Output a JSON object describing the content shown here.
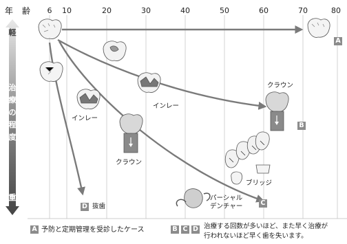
{
  "axis": {
    "year_label": "年",
    "age_label": "齢",
    "ticks": [
      "6",
      "10",
      "20",
      "30",
      "40",
      "50",
      "60",
      "70",
      "80"
    ]
  },
  "vertical_axis": {
    "top": "軽",
    "chars": [
      "治",
      "療",
      "の",
      "程",
      "度"
    ],
    "bottom": "重"
  },
  "labels": {
    "inlay_1": "インレー",
    "inlay_2": "インレー",
    "crown_1": "クラウン",
    "crown_2": "クラウン",
    "bridge": "ブリッジ",
    "partial_1": "パーシャル",
    "partial_2": "デンチャー",
    "extraction": "抜歯"
  },
  "badges": {
    "a": "A",
    "b": "B",
    "c": "C",
    "d": "D"
  },
  "legend": {
    "a_badge": "A",
    "a_text": "予防と定期管理を受診したケース",
    "bcd_badges": [
      "B",
      "C",
      "D"
    ],
    "bcd_line1": "治療する回数が多いほど、また早く治療が",
    "bcd_line2": "行われないほど早く歯を失います。"
  },
  "colors": {
    "arrow": "#7a7a7a",
    "badge": "#8c8c8c",
    "axis_top": "#e6e6e6",
    "axis_bottom": "#4a4a4a"
  }
}
